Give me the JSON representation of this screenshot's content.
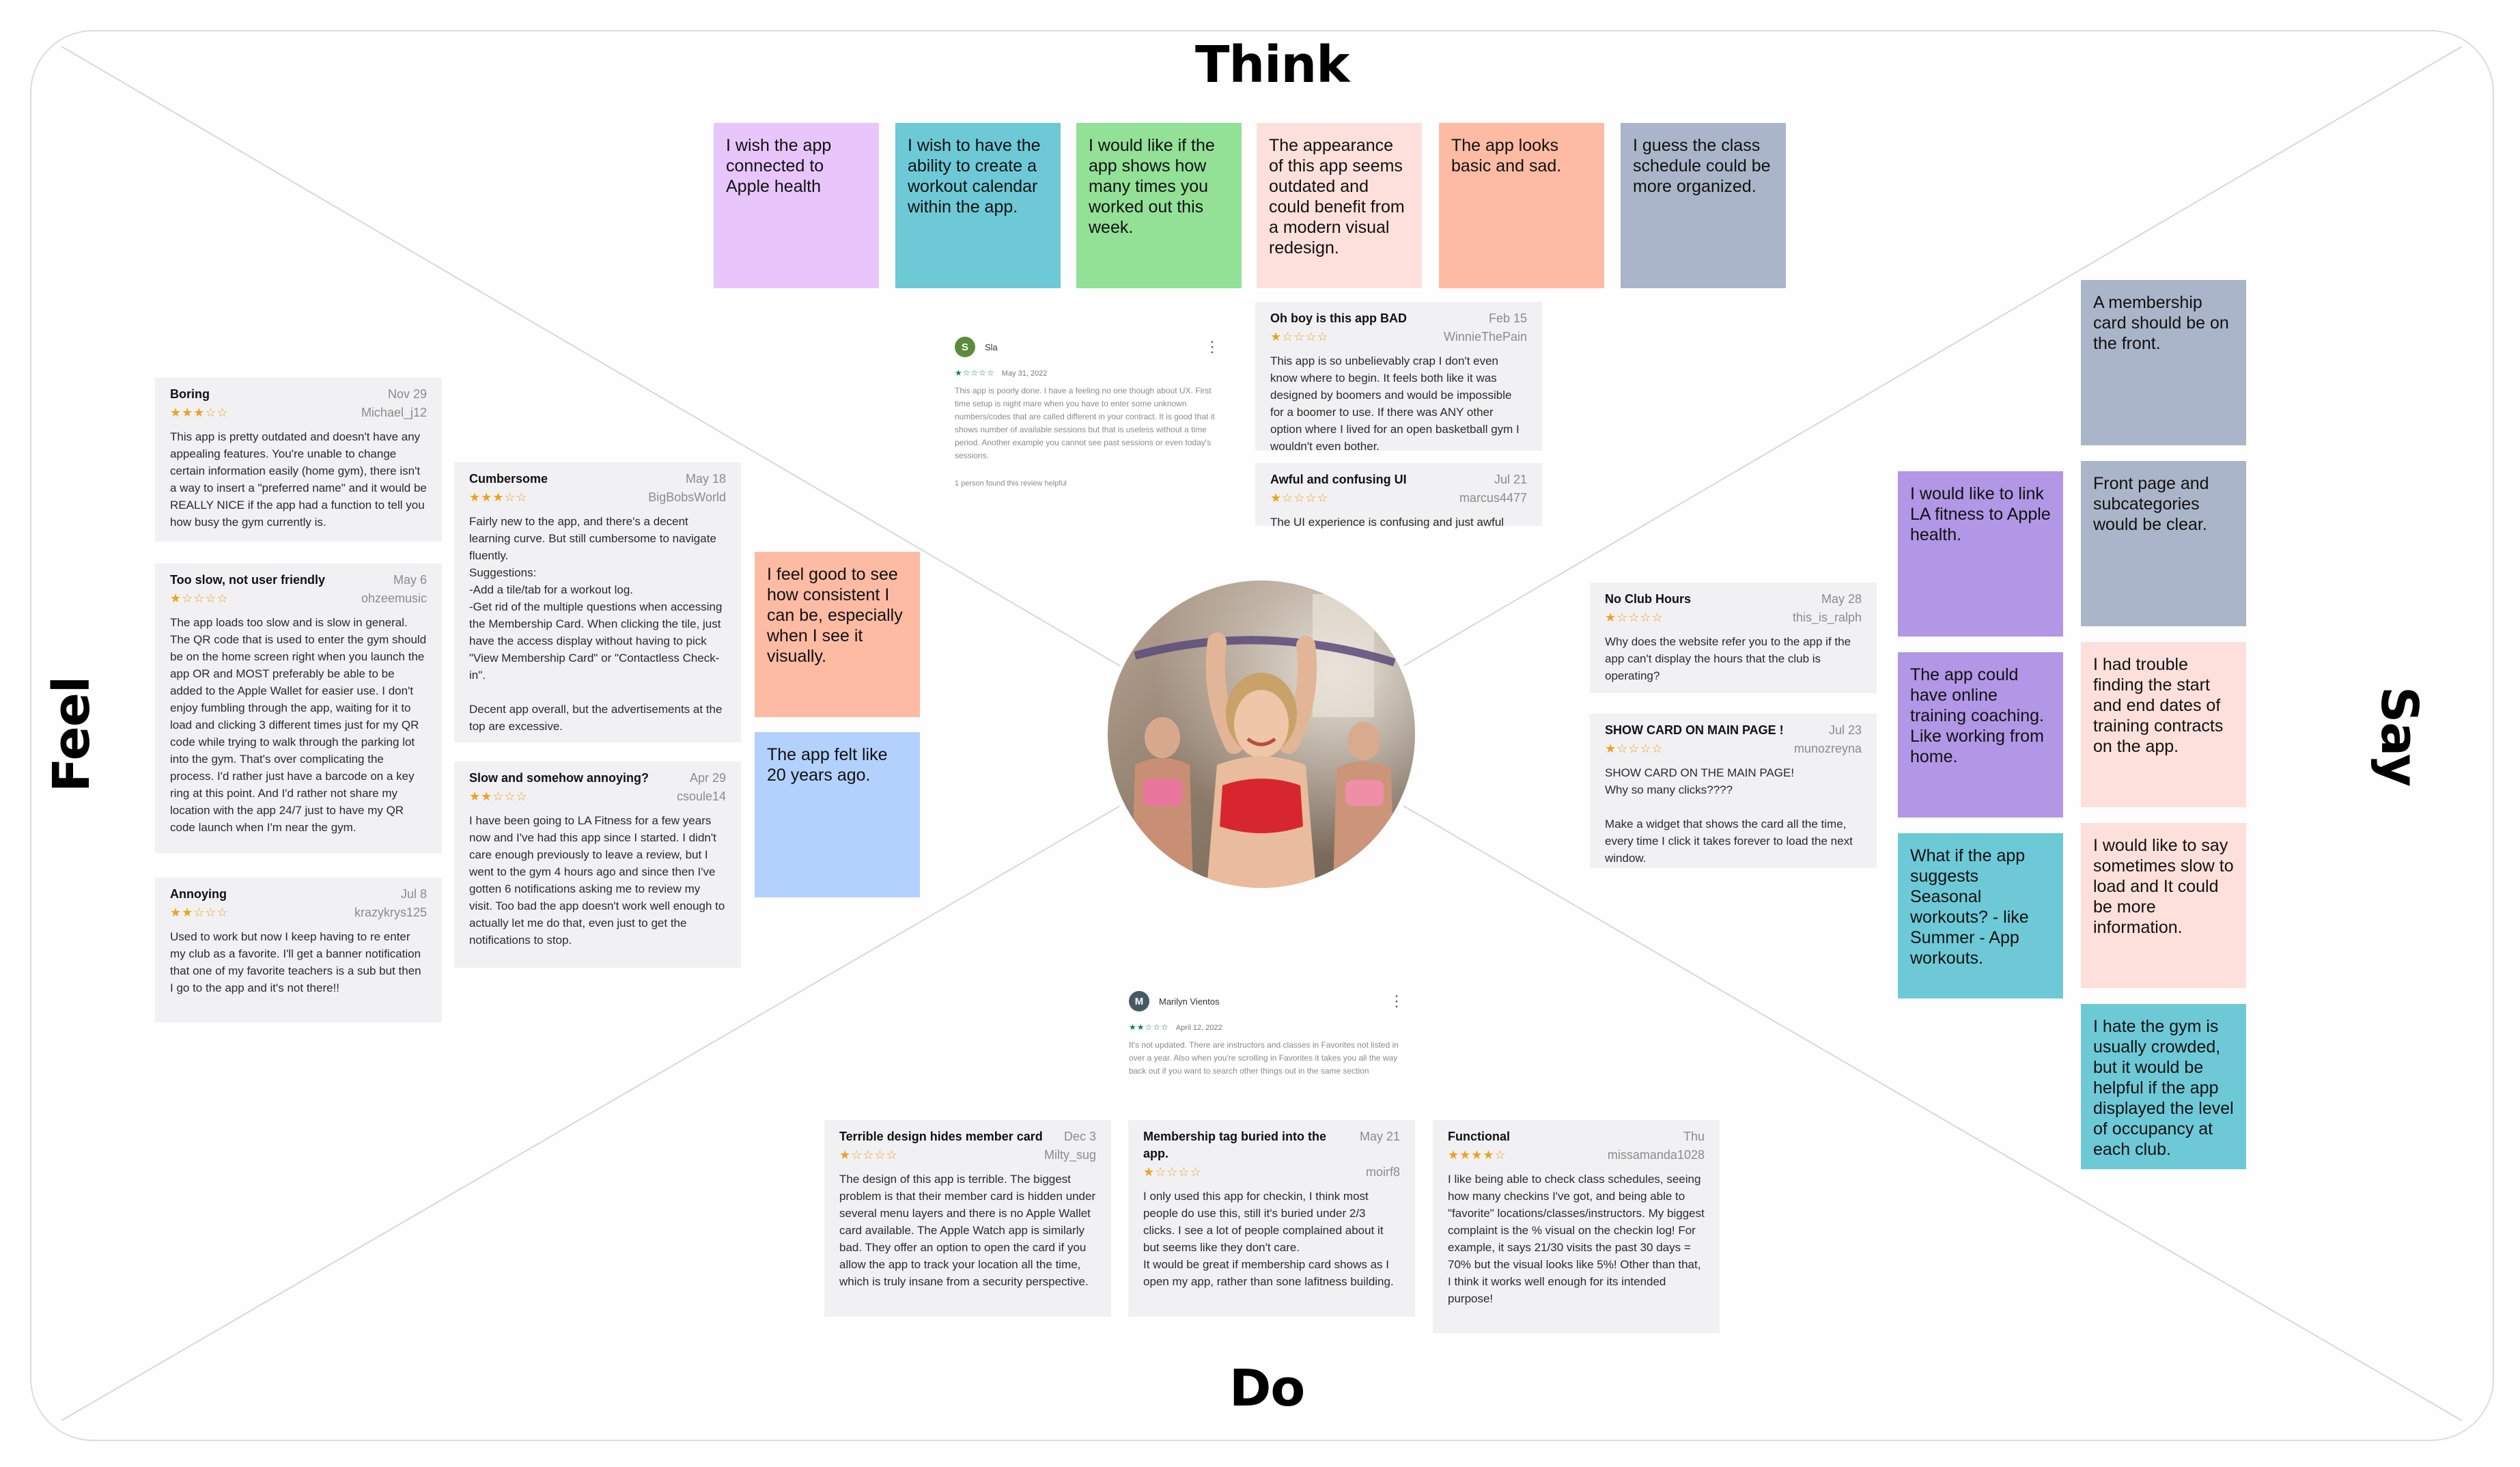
{
  "labels": {
    "think": "Think",
    "feel": "Feel",
    "say": "Say",
    "do": "Do"
  },
  "colors": {
    "purple": "#e8c6fb",
    "teal": "#6ec9d7",
    "green": "#93e097",
    "pink": "#fde0dc",
    "salmon": "#fdbba4",
    "slate": "#abb5c9",
    "lavender": "#b197e6",
    "blue": "#b3d1fd",
    "star": "#f0a11c"
  },
  "think_notes": [
    {
      "text": "I wish the app connected to Apple health",
      "color": "purple"
    },
    {
      "text": "I wish to have the ability to create a workout calendar within the app.",
      "color": "teal"
    },
    {
      "text": "I would like if the app shows how many times you worked out this week.",
      "color": "green"
    },
    {
      "text": "The appearance of this app seems outdated and could benefit from a modern visual redesign.",
      "color": "pink"
    },
    {
      "text": "The app looks basic and sad.",
      "color": "salmon"
    },
    {
      "text": "I guess the class schedule could be more organized.",
      "color": "slate"
    }
  ],
  "feel_notes": [
    {
      "text": "I feel good to see how consistent I can be, especially when I see it visually.",
      "color": "salmon"
    },
    {
      "text": "The app felt like 20 years ago.",
      "color": "blue"
    }
  ],
  "say_notes_left": [
    {
      "text": "I would like to link LA fitness to Apple health.",
      "color": "lavender"
    },
    {
      "text": "The app could have online training coaching. Like working from home.",
      "color": "lavender"
    },
    {
      "text": "What if the app suggests Seasonal workouts? - like Summer - App workouts.",
      "color": "teal"
    }
  ],
  "say_notes_right": [
    {
      "text": "A membership card should be on the front.",
      "color": "slate"
    },
    {
      "text": "Front page and subcategories would be clear.",
      "color": "slate"
    },
    {
      "text": "I had trouble finding the start and end dates of training contracts on the app.",
      "color": "pink"
    },
    {
      "text": "I would like to say sometimes slow to load and It could be more information.",
      "color": "pink"
    },
    {
      "text": "I hate the gym is usually crowded, but it would be helpful if the app displayed the level of occupancy at each club.",
      "color": "teal"
    }
  ],
  "reviews": {
    "boring": {
      "title": "Boring",
      "date": "Nov 29",
      "stars": 3,
      "user": "Michael_j12",
      "body": "This app is pretty outdated and doesn't have any appealing features. You're unable to change certain information easily (home gym), there isn't a way to insert a \"preferred name\" and it would be REALLY NICE if the app had a function to tell you how busy the gym currently is."
    },
    "too_slow": {
      "title": "Too slow, not user friendly",
      "date": "May 6",
      "stars": 1,
      "user": "ohzeemusic",
      "body": "The app loads too slow and is slow in general. The QR code that is used to enter the gym should be on the home screen right when you launch the app OR and MOST preferably be able to be added to the Apple Wallet for easier use. I don't enjoy fumbling through the app, waiting for it to load and clicking 3 different times just for my QR code while trying to walk through the parking lot into the gym. That's over complicating the process. I'd rather just have a barcode on a key ring at this point. And I'd rather not share my location with the app 24/7 just to have my QR code launch when I'm near the gym."
    },
    "annoying": {
      "title": "Annoying",
      "date": "Jul 8",
      "stars": 2,
      "user": "krazykrys125",
      "body": "Used to work but now I keep having to re enter my club as a favorite. I'll get a banner notification that one of my favorite teachers is a sub but then I go to the app and it's not there!!"
    },
    "cumbersome": {
      "title": "Cumbersome",
      "date": "May 18",
      "stars": 3,
      "user": "BigBobsWorld",
      "body": "Fairly new to the app, and there's a decent learning curve. But still cumbersome to navigate fluently.\nSuggestions:\n-Add a tile/tab for a workout log.\n-Get rid of the multiple questions when accessing the Membership Card. When clicking the tile, just have the access display without having to pick \"View Membership Card\" or \"Contactless Check-in\".\n\nDecent app overall, but the advertisements at the top are excessive."
    },
    "slow_annoying": {
      "title": "Slow and somehow annoying?",
      "date": "Apr 29",
      "stars": 2,
      "user": "csoule14",
      "body": "I have been going to LA Fitness for a few years now and I've had this app since I started. I didn't care enough previously to leave a review, but I went to the gym 4 hours ago and since then I've gotten 6 notifications asking me to review my visit. Too bad the app doesn't work well enough to actually let me do that, even just to get the notifications to stop."
    },
    "oh_boy": {
      "title": "Oh boy is this app BAD",
      "date": "Feb 15",
      "stars": 1,
      "user": "WinnieThePain",
      "body": "This app is so unbelievably crap I don't even know where to begin. It feels both like it was designed by boomers and would be impossible for a boomer to use. If there was ANY other option where I lived for an open basketball gym I wouldn't even bother."
    },
    "awful": {
      "title": "Awful and confusing UI",
      "date": "Jul 21",
      "stars": 1,
      "user": "marcus4477",
      "body": "The UI experience is confusing and just awful"
    },
    "no_club": {
      "title": "No Club Hours",
      "date": "May 28",
      "stars": 1,
      "user": "this_is_ralph",
      "body": "Why does the website refer you to the app if the app can't display the hours that the club is operating?"
    },
    "show_card": {
      "title": "SHOW CARD ON MAIN PAGE !",
      "date": "Jul 23",
      "stars": 1,
      "user": "munozreyna",
      "body": "SHOW CARD ON THE MAIN PAGE!\nWhy so many clicks????\n\n Make a widget that shows the card all the time, every time I click it takes forever to load the next window."
    },
    "terrible": {
      "title": "Terrible design hides member card",
      "date": "Dec 3",
      "stars": 1,
      "user": "Milty_sug",
      "body": "The design of this app is terrible. The biggest problem is that their member card is hidden under several menu layers and there is no Apple Wallet card available. The Apple Watch app is similarly bad. They offer an option to open the card if you allow the app to track your location all the time, which is truly insane from a security perspective."
    },
    "membership_tag": {
      "title": "Membership tag buried into the app.",
      "date": "May 21",
      "stars": 1,
      "user": "moirf8",
      "body": "I only used this app for checkin, I think most people do use this, still it's buried under 2/3 clicks. I see a lot of people complained about it but seems like they don't care.\nIt would be great if membership card shows as I open my app, rather than sone lafitness building."
    },
    "functional": {
      "title": "Functional",
      "date": "Thu",
      "stars": 4,
      "user": "missamanda1028",
      "body": "I like being able to check class schedules, seeing how many checkins I've got, and being able to \"favorite\" locations/classes/instructors. My biggest complaint is the % visual on the checkin log! For example, it says 21/30 visits the past 30 days = 70% but the visual looks like 5%! Other than that, I think it works well enough for its intended purpose!"
    }
  },
  "google_reviews": {
    "sla": {
      "initial": "S",
      "name": "Sla",
      "stars": 1,
      "date": "May 31, 2022",
      "body": "This app is poorly done. I have a feeling no one though about UX. First time setup is night mare when you have to enter some unknown numbers/codes that are called different in your contract. It is good that it shows number of available sessions but that is useless without a time period. Another example you cannot see past sessions or even today's sessions.",
      "footer": "1 person found this review helpful",
      "avatar_color": "#5b8c3a"
    },
    "marilyn": {
      "initial": "M",
      "name": "Marilyn Vientos",
      "stars": 2,
      "date": "April 12, 2022",
      "body": "It's not updated. There are instructors and classes in Favorites not listed in over a year. Also when you're scrolling in Favorites it takes you all the way back out if you want to search other things out in the same section",
      "avatar_color": "#455a64"
    }
  },
  "photo": {
    "name": "fitness-class-photo"
  }
}
